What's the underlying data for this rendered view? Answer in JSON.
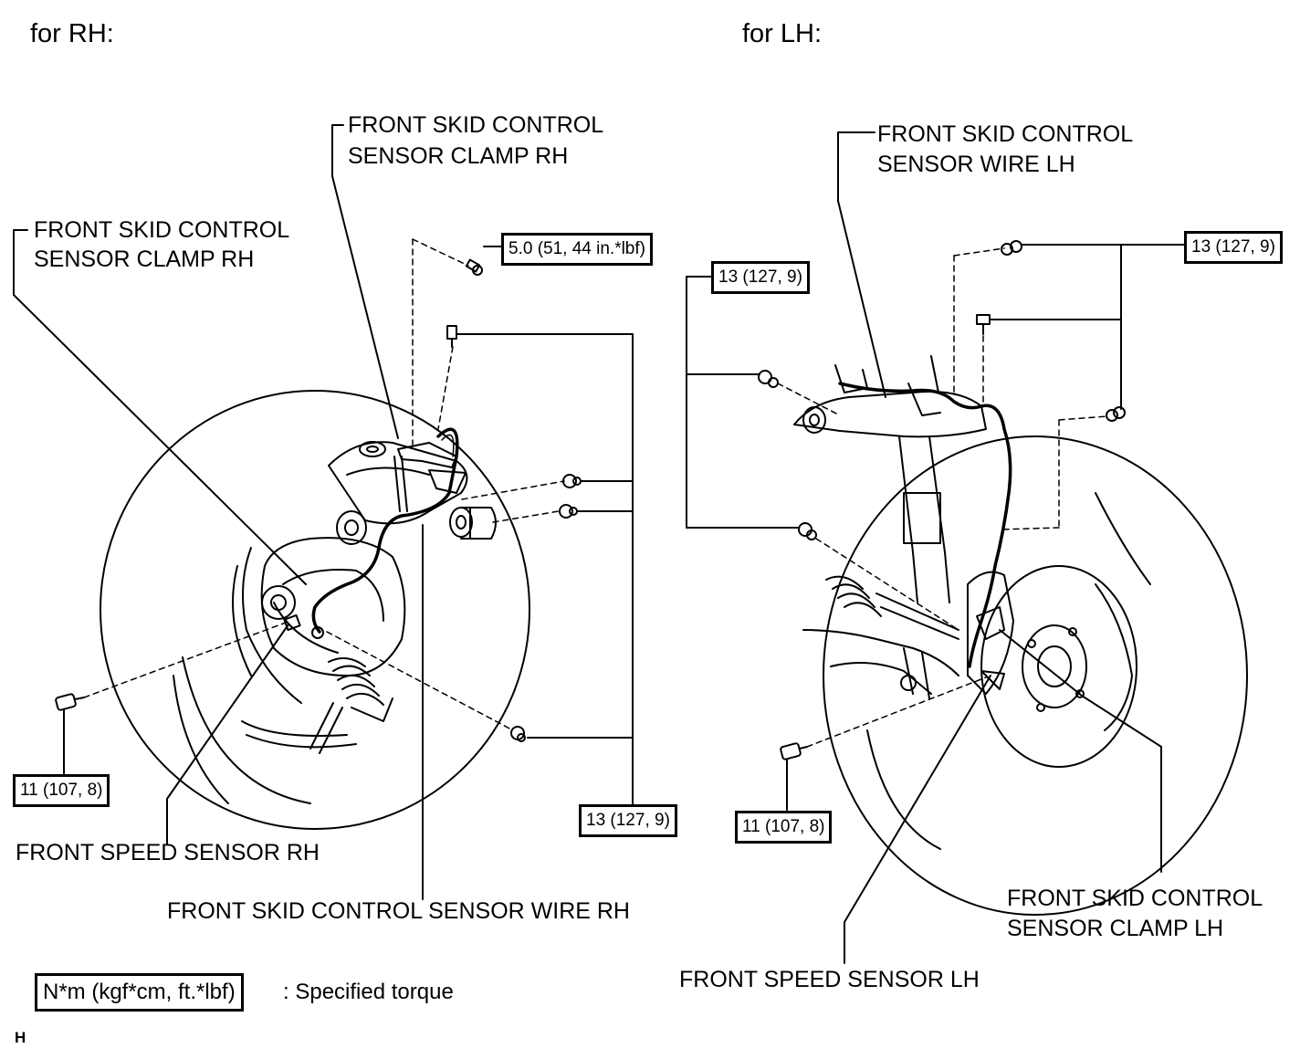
{
  "headers": {
    "rh": "for RH:",
    "lh": "for LH:"
  },
  "rh": {
    "clamp_upper": [
      "FRONT SKID CONTROL",
      "SENSOR CLAMP RH"
    ],
    "clamp_left": [
      "FRONT SKID CONTROL",
      "SENSOR CLAMP RH"
    ],
    "speed_sensor": "FRONT SPEED SENSOR RH",
    "wire": "FRONT SKID CONTROL SENSOR WIRE RH",
    "torque_small": "5.0 (51, 44 in.*lbf)",
    "torque_bolt": "11 (107, 8)",
    "torque_group": "13 (127, 9)"
  },
  "lh": {
    "wire": [
      "FRONT SKID CONTROL",
      "SENSOR WIRE LH"
    ],
    "clamp": [
      "FRONT SKID CONTROL",
      "SENSOR CLAMP LH"
    ],
    "speed_sensor": "FRONT SPEED SENSOR LH",
    "torque_top_right": "13 (127, 9)",
    "torque_top_left": "13 (127, 9)",
    "torque_bolt": "11 (107, 8)"
  },
  "legend": {
    "unit": "N*m (kgf*cm, ft.*lbf)",
    "text": ": Specified torque"
  },
  "footer_code": "H"
}
